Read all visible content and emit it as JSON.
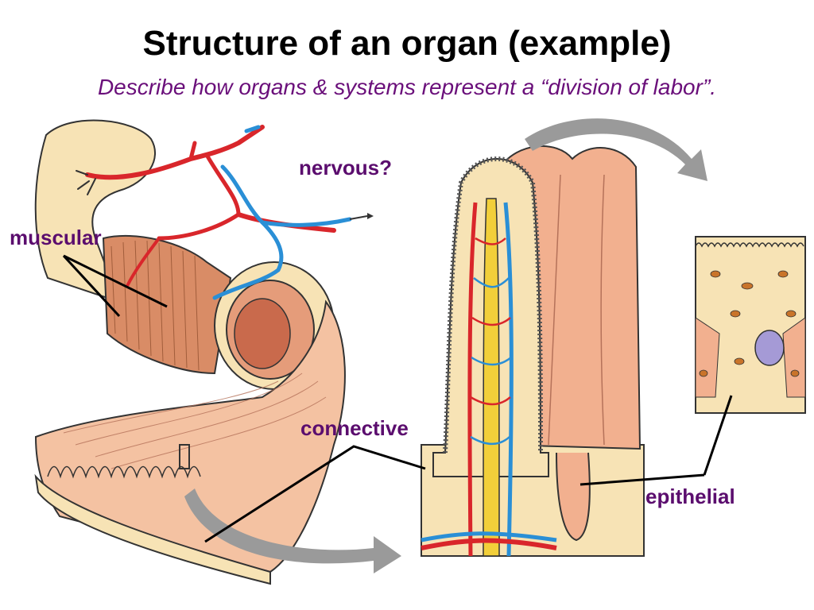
{
  "slide": {
    "title": "Structure of an organ (example)",
    "subtitle": "Describe how organs & systems represent a “division of labor”."
  },
  "labels": {
    "nervous": "nervous?",
    "muscular": "muscular",
    "connective": "connective",
    "epithelial": "epithelial"
  },
  "colors": {
    "title": "#000000",
    "subtitle": "#6a0f7a",
    "label": "#5b0d6e",
    "artery": "#d9262b",
    "vein": "#2a8fd6",
    "lacteal": "#f2cf3a",
    "tissue_pink": "#f2b08f",
    "tissue_cream": "#f7e3b5",
    "muscle": "#d98c66",
    "arrow_gray": "#9a9a9a"
  }
}
